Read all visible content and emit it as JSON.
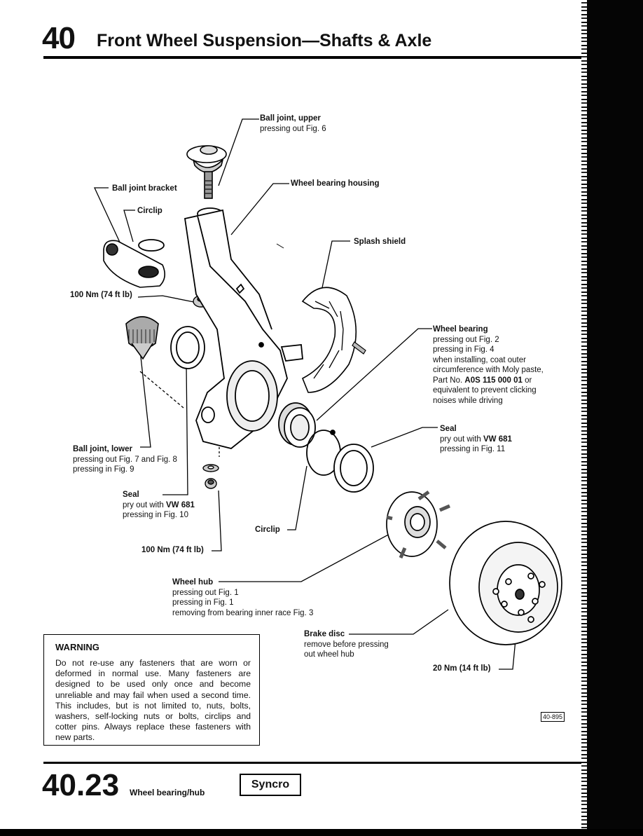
{
  "header": {
    "chapter_number": "40",
    "chapter_title": "Front Wheel Suspension—Shafts & Axle"
  },
  "labels": {
    "ball_joint_upper": {
      "title": "Ball joint, upper",
      "line1": "pressing out Fig. 6"
    },
    "ball_joint_bracket": "Ball joint bracket",
    "wheel_bearing_housing": "Wheel bearing housing",
    "circlip_top": "Circlip",
    "splash_shield": "Splash shield",
    "torque_upper": "100 Nm (74 ft lb)",
    "wheel_bearing": {
      "title": "Wheel bearing",
      "line1": "pressing out Fig. 2",
      "line2": "pressing in Fig. 4",
      "line3": "when installing, coat outer",
      "line4": "circumference with Moly paste,",
      "line5_prefix": "Part No. ",
      "line5_part": "A0S 115 000 01",
      "line5_suffix": " or",
      "line6": "equivalent to prevent clicking",
      "line7": "noises while driving"
    },
    "seal_right": {
      "title": "Seal",
      "line1_prefix": "pry out with ",
      "line1_tool": "VW 681",
      "line2": "pressing in Fig. 11"
    },
    "ball_joint_lower": {
      "title": "Ball joint, lower",
      "line1": "pressing out Fig. 7 and Fig. 8",
      "line2": "pressing in Fig. 9"
    },
    "seal_left": {
      "title": "Seal",
      "line1_prefix": "pry out with ",
      "line1_tool": "VW 681",
      "line2": "pressing in Fig. 10"
    },
    "circlip_bottom": "Circlip",
    "torque_lower": "100 Nm (74 ft lb)",
    "wheel_hub": {
      "title": "Wheel hub",
      "line1": "pressing out Fig. 1",
      "line2": "pressing in Fig. 1",
      "line3": "removing from bearing inner race Fig. 3"
    },
    "brake_disc": {
      "title": "Brake disc",
      "line1": "remove before pressing",
      "line2": "out wheel hub"
    },
    "torque_disc": "20 Nm (14 ft lb)"
  },
  "warning": {
    "title": "WARNING",
    "text": "Do not re-use any fasteners that are worn or deformed in normal use. Many fasteners are designed to be used only once and become unreliable and may fail when used a second time. This includes, but is not limited to, nuts, bolts, washers, self-locking nuts or bolts, circlips and cotter pins. Always replace these fasteners with new parts."
  },
  "figure_number": "40-895",
  "footer": {
    "section_number": "40.23",
    "section_title": "Wheel bearing/hub",
    "model_badge": "Syncro"
  }
}
